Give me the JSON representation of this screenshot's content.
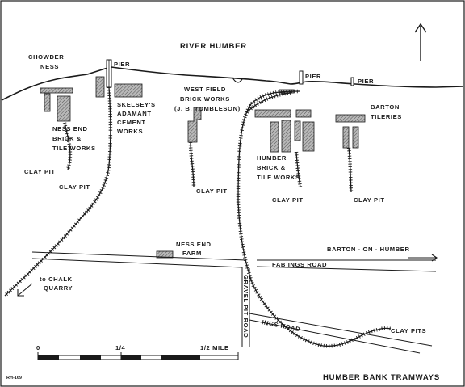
{
  "title": "HUMBER BANK TRAMWAYS",
  "code": "RH-169",
  "river": "RIVER HUMBER",
  "places": {
    "chowder_ness": [
      "CHOWDER",
      "NESS"
    ],
    "pier_1": "PIER",
    "pier_2": "PIER",
    "pier_3": "PIER",
    "skelseys": [
      "SKELSEY'S",
      "ADAMANT",
      "CEMENT",
      "WORKS"
    ],
    "ness_end_works": [
      "NESS END",
      "BRICK &",
      "TILE WORKS"
    ],
    "west_field": [
      "WEST FIELD",
      "BRICK WORKS",
      "(J. B. TOMBLESON)"
    ],
    "barton_tileries": [
      "BARTON",
      "TILERIES"
    ],
    "humber_works": [
      "HUMBER",
      "BRICK &",
      "TILE WORKS"
    ],
    "clay_pit_1": "CLAY PIT",
    "clay_pit_2": "CLAY PIT",
    "clay_pit_3": "CLAY PIT",
    "clay_pit_4": "CLAY PIT",
    "clay_pit_5": "CLAY PIT",
    "clay_pits": "CLAY PITS",
    "ness_end_farm": [
      "NESS END",
      "FARM"
    ],
    "barton_on_humber": "BARTON - ON - HUMBER",
    "fab_ings_road": "FAB  INGS  ROAD",
    "gravel_pit_road": "GRAVEL  PIT  ROAD",
    "ings_road": "INGS  ROAD",
    "chalk_quarry": [
      "to  CHALK",
      "QUARRY"
    ]
  },
  "scale": {
    "labels": [
      "0",
      "1/4",
      "1/2 MILE"
    ]
  },
  "north_arrow": "north-arrow"
}
